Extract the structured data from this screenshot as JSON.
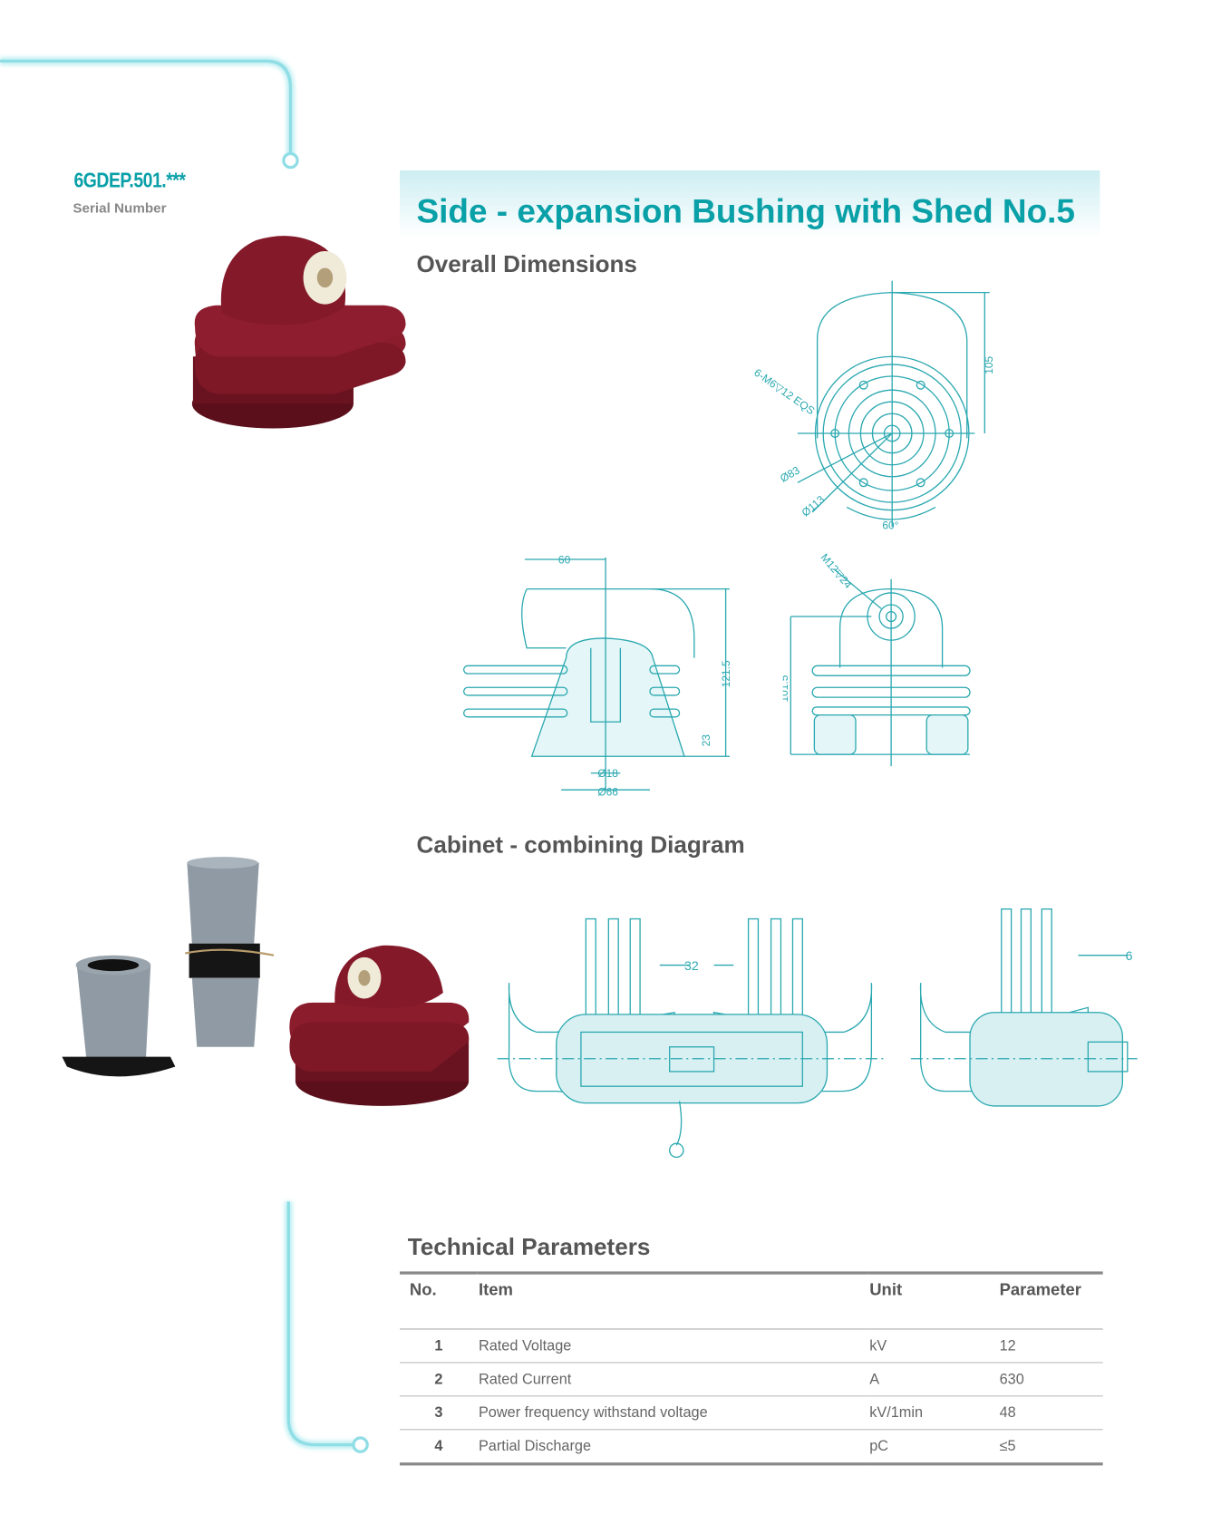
{
  "serial": {
    "code": "6GDEP.501.***",
    "label": "Serial Number"
  },
  "title": "Side - expansion Bushing with Shed No.5",
  "sections": {
    "overall": "Overall Dimensions",
    "cabinet": "Cabinet - combining Diagram",
    "technical": "Technical Parameters"
  },
  "dimensions": {
    "top_view": {
      "holes": "6-M6▽12 EQS",
      "d83": "Ø83",
      "d113": "Ø113",
      "angle": "60°",
      "h105": "105"
    },
    "side_view": {
      "w60": "60",
      "h121": "121.5",
      "h23": "23",
      "d18": "Ø18",
      "d66": "Ø66"
    },
    "front_view": {
      "thread": "M12▽24",
      "h101": "101.5"
    },
    "cabinet": {
      "gap32": "32",
      "gap6": "6"
    }
  },
  "table": {
    "headers": {
      "no": "No.",
      "item": "Item",
      "unit": "Unit",
      "parameter": "Parameter"
    },
    "rows": [
      {
        "no": "1",
        "item": "Rated Voltage",
        "unit": "kV",
        "parameter": "12"
      },
      {
        "no": "2",
        "item": "Rated Current",
        "unit": "A",
        "parameter": "630"
      },
      {
        "no": "3",
        "item": "Power frequency withstand voltage",
        "unit": "kV/1min",
        "parameter": "48"
      },
      {
        "no": "4",
        "item": "Partial Discharge",
        "unit": "pC",
        "parameter": "≤5"
      }
    ]
  },
  "colors": {
    "accent": "#0aa0a8",
    "line": "#2aa8b0",
    "product": "#7a1626"
  }
}
